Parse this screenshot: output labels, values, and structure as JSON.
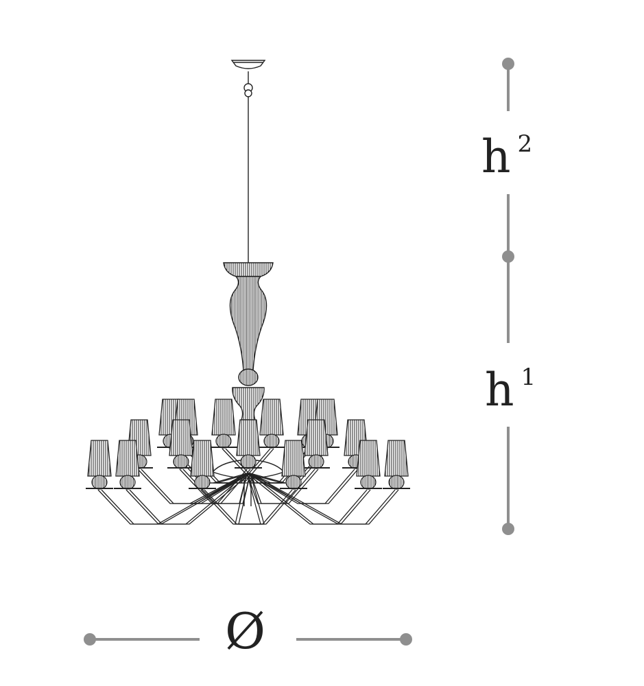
{
  "dimensions": {
    "h2": {
      "symbol": "h",
      "index": "2"
    },
    "h1": {
      "symbol": "h",
      "index": "1"
    },
    "diameter": {
      "symbol": "Ø"
    }
  },
  "colors": {
    "dimension_line": "#8f8f8f",
    "drawing_stroke": "#222222",
    "label_text": "#222222"
  },
  "illustration": {
    "object": "chandelier",
    "style": "line-drawing",
    "shade_icon": "lamp-shade-icon"
  }
}
